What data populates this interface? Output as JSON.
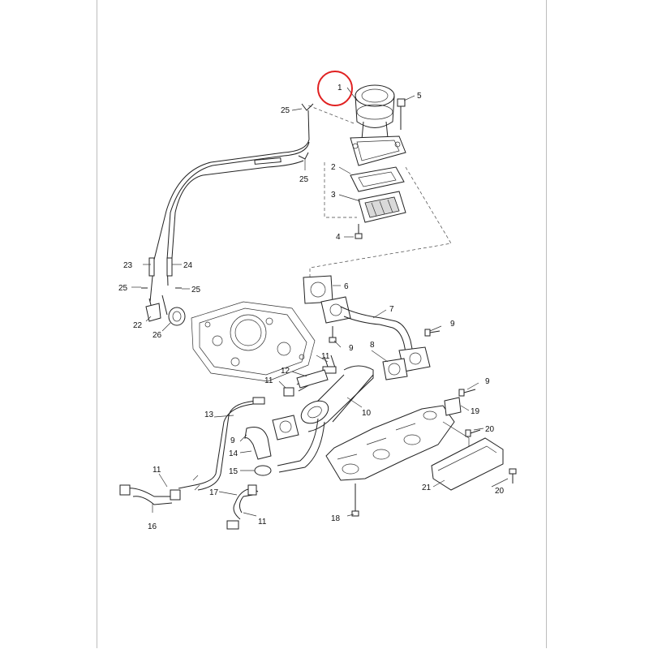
{
  "callouts": {
    "c1": "1",
    "c2": "2",
    "c3": "3",
    "c4": "4",
    "c5": "5",
    "c6": "6",
    "c7": "7",
    "c8": "8",
    "c9a": "9",
    "c9b": "9",
    "c9c": "9",
    "c9d": "9",
    "c10": "10",
    "c11a": "11",
    "c11b": "11",
    "c11c": "11",
    "c11d": "11",
    "c12": "12",
    "c13": "13",
    "c14": "14",
    "c15": "15",
    "c16": "16",
    "c17": "17",
    "c18": "18",
    "c19": "19",
    "c20a": "20",
    "c20b": "20",
    "c21": "21",
    "c22": "22",
    "c23": "23",
    "c24": "24",
    "c25a": "25",
    "c25b": "25",
    "c25c": "25",
    "c25d": "25",
    "c26": "26"
  },
  "highlight": {
    "target": "1",
    "color": "#e02020"
  },
  "colors": {
    "line": "#222222",
    "background": "#ffffff"
  }
}
